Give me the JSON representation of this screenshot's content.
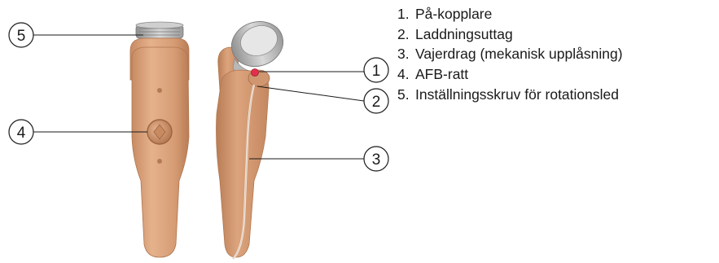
{
  "legend": [
    {
      "number": "1.",
      "label": "På-kopplare"
    },
    {
      "number": "2.",
      "label": "Laddningsuttag"
    },
    {
      "number": "3.",
      "label": "Vajerdrag (mekanisk upplåsning)"
    },
    {
      "number": "4.",
      "label": "AFB-ratt"
    },
    {
      "number": "5.",
      "label": "Inställningsskruv för rotationsled"
    }
  ],
  "callouts": {
    "c1": "1",
    "c2": "2",
    "c3": "3",
    "c4": "4",
    "c5": "5"
  },
  "colors": {
    "skin": "#d9a07a",
    "skin_dark": "#bd8058",
    "skin_light": "#e9bb97",
    "metal": "#b9b9b9",
    "charging_port": "#e2304c"
  }
}
